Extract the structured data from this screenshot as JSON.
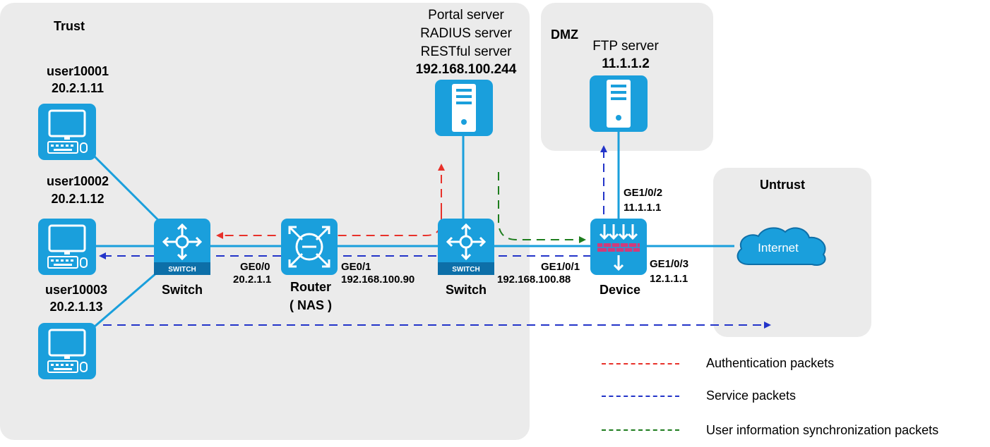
{
  "zones": {
    "trust": "Trust",
    "dmz": "DMZ",
    "untrust": "Untrust"
  },
  "servers": {
    "portal": {
      "line1": "Portal server",
      "line2": "RADIUS server",
      "line3": "RESTful server",
      "ip": "192.168.100.244"
    },
    "ftp": {
      "name": "FTP server",
      "ip": "11.1.1.2"
    }
  },
  "users": [
    {
      "name": "user10001",
      "ip": "20.2.1.11"
    },
    {
      "name": "user10002",
      "ip": "20.2.1.12"
    },
    {
      "name": "user10003",
      "ip": "20.2.1.13"
    }
  ],
  "devices": {
    "switch_left": {
      "label": "Switch",
      "badge": "SWITCH"
    },
    "router": {
      "label": "Router",
      "sub": "( NAS )"
    },
    "switch_right": {
      "label": "Switch",
      "badge": "SWITCH"
    },
    "device": {
      "label": "Device"
    },
    "internet": {
      "label": "Internet"
    }
  },
  "interfaces": {
    "router_ge00": {
      "name": "GE0/0",
      "ip": "20.2.1.1"
    },
    "router_ge01": {
      "name": "GE0/1",
      "ip": "192.168.100.90"
    },
    "device_ge101": {
      "name": "GE1/0/1",
      "ip": "192.168.100.88"
    },
    "device_ge102": {
      "name": "GE1/0/2",
      "ip": "11.1.1.1"
    },
    "device_ge103": {
      "name": "GE1/0/3",
      "ip": "12.1.1.1"
    }
  },
  "legend": [
    {
      "label": "Authentication packets",
      "color": "#e8312a"
    },
    {
      "label": "Service packets",
      "color": "#2334c9"
    },
    {
      "label": "User information synchronization packets",
      "color": "#1e7d1e"
    }
  ],
  "colors": {
    "zone_bg": "#ebebeb",
    "icon_blue": "#1a9fdc",
    "link_blue": "#1a9fdc",
    "auth": "#e8312a",
    "service": "#2334c9",
    "sync": "#1e7d1e"
  }
}
